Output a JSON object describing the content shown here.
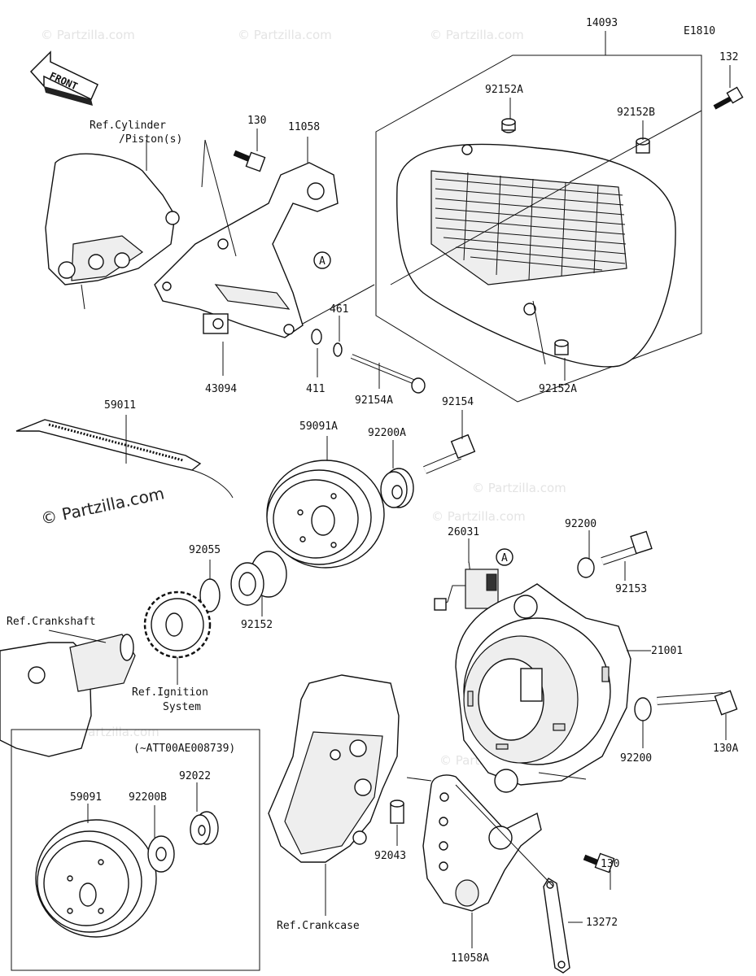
{
  "watermark": "© Partzilla.com",
  "brand": "© Partzilla.com",
  "front_label": "FRONT",
  "diagram_code": "E1810",
  "marker_a": "A",
  "labels": {
    "l14093": "14093",
    "l132": "132",
    "l92152A": "92152A",
    "l92152B": "92152B",
    "l130": "130",
    "l11058": "11058",
    "ref_cylinder": "Ref.Cylinder",
    "ref_piston": "/Piston(s)",
    "l461": "461",
    "l43094": "43094",
    "l411": "411",
    "l92154A": "92154A",
    "l92154": "92154",
    "l59011": "59011",
    "l59091A": "59091A",
    "l92200A": "92200A",
    "l92055": "92055",
    "l26031": "26031",
    "l92200": "92200",
    "l92153": "92153",
    "l92152": "92152",
    "ref_crankshaft": "Ref.Crankshaft",
    "l21001": "21001",
    "ref_ignition": "Ref.Ignition",
    "ref_system": "System",
    "l130A": "130A",
    "inset_serial": "(~ATT00AE008739)",
    "l92022": "92022",
    "l59091": "59091",
    "l92200B": "92200B",
    "l92043": "92043",
    "l13272": "13272",
    "ref_crankcase": "Ref.Crankcase",
    "l11058A": "11058A"
  }
}
